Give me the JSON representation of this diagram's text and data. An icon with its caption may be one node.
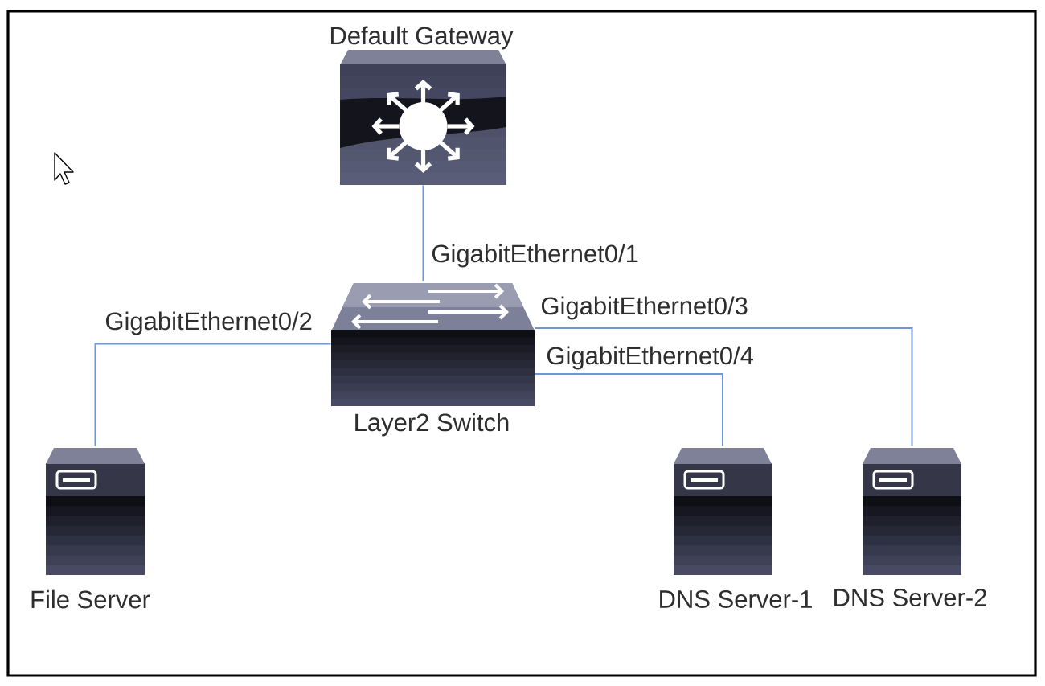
{
  "diagram": {
    "nodes": [
      {
        "text": [
          "Default Gateway"
        ]
      },
      {
        "text": [
          "Layer2 Switch"
        ]
      },
      {
        "text": [
          "File Server"
        ]
      },
      {
        "text": [
          "DNS Server-1"
        ]
      },
      {
        "text": [
          "DNS Server-2"
        ]
      }
    ],
    "edges": [
      {
        "from": 0,
        "to": 1,
        "arrow": "none",
        "label": "GigabitEthernet0/1"
      },
      {
        "from": 1,
        "to": 2,
        "arrow": "none",
        "label": "GigabitEthernet0/2"
      },
      {
        "from": 1,
        "to": 4,
        "arrow": "none",
        "label": "GigabitEthernet0/3"
      },
      {
        "from": 1,
        "to": 3,
        "arrow": "none",
        "label": "GigabitEthernet0/4"
      }
    ]
  }
}
